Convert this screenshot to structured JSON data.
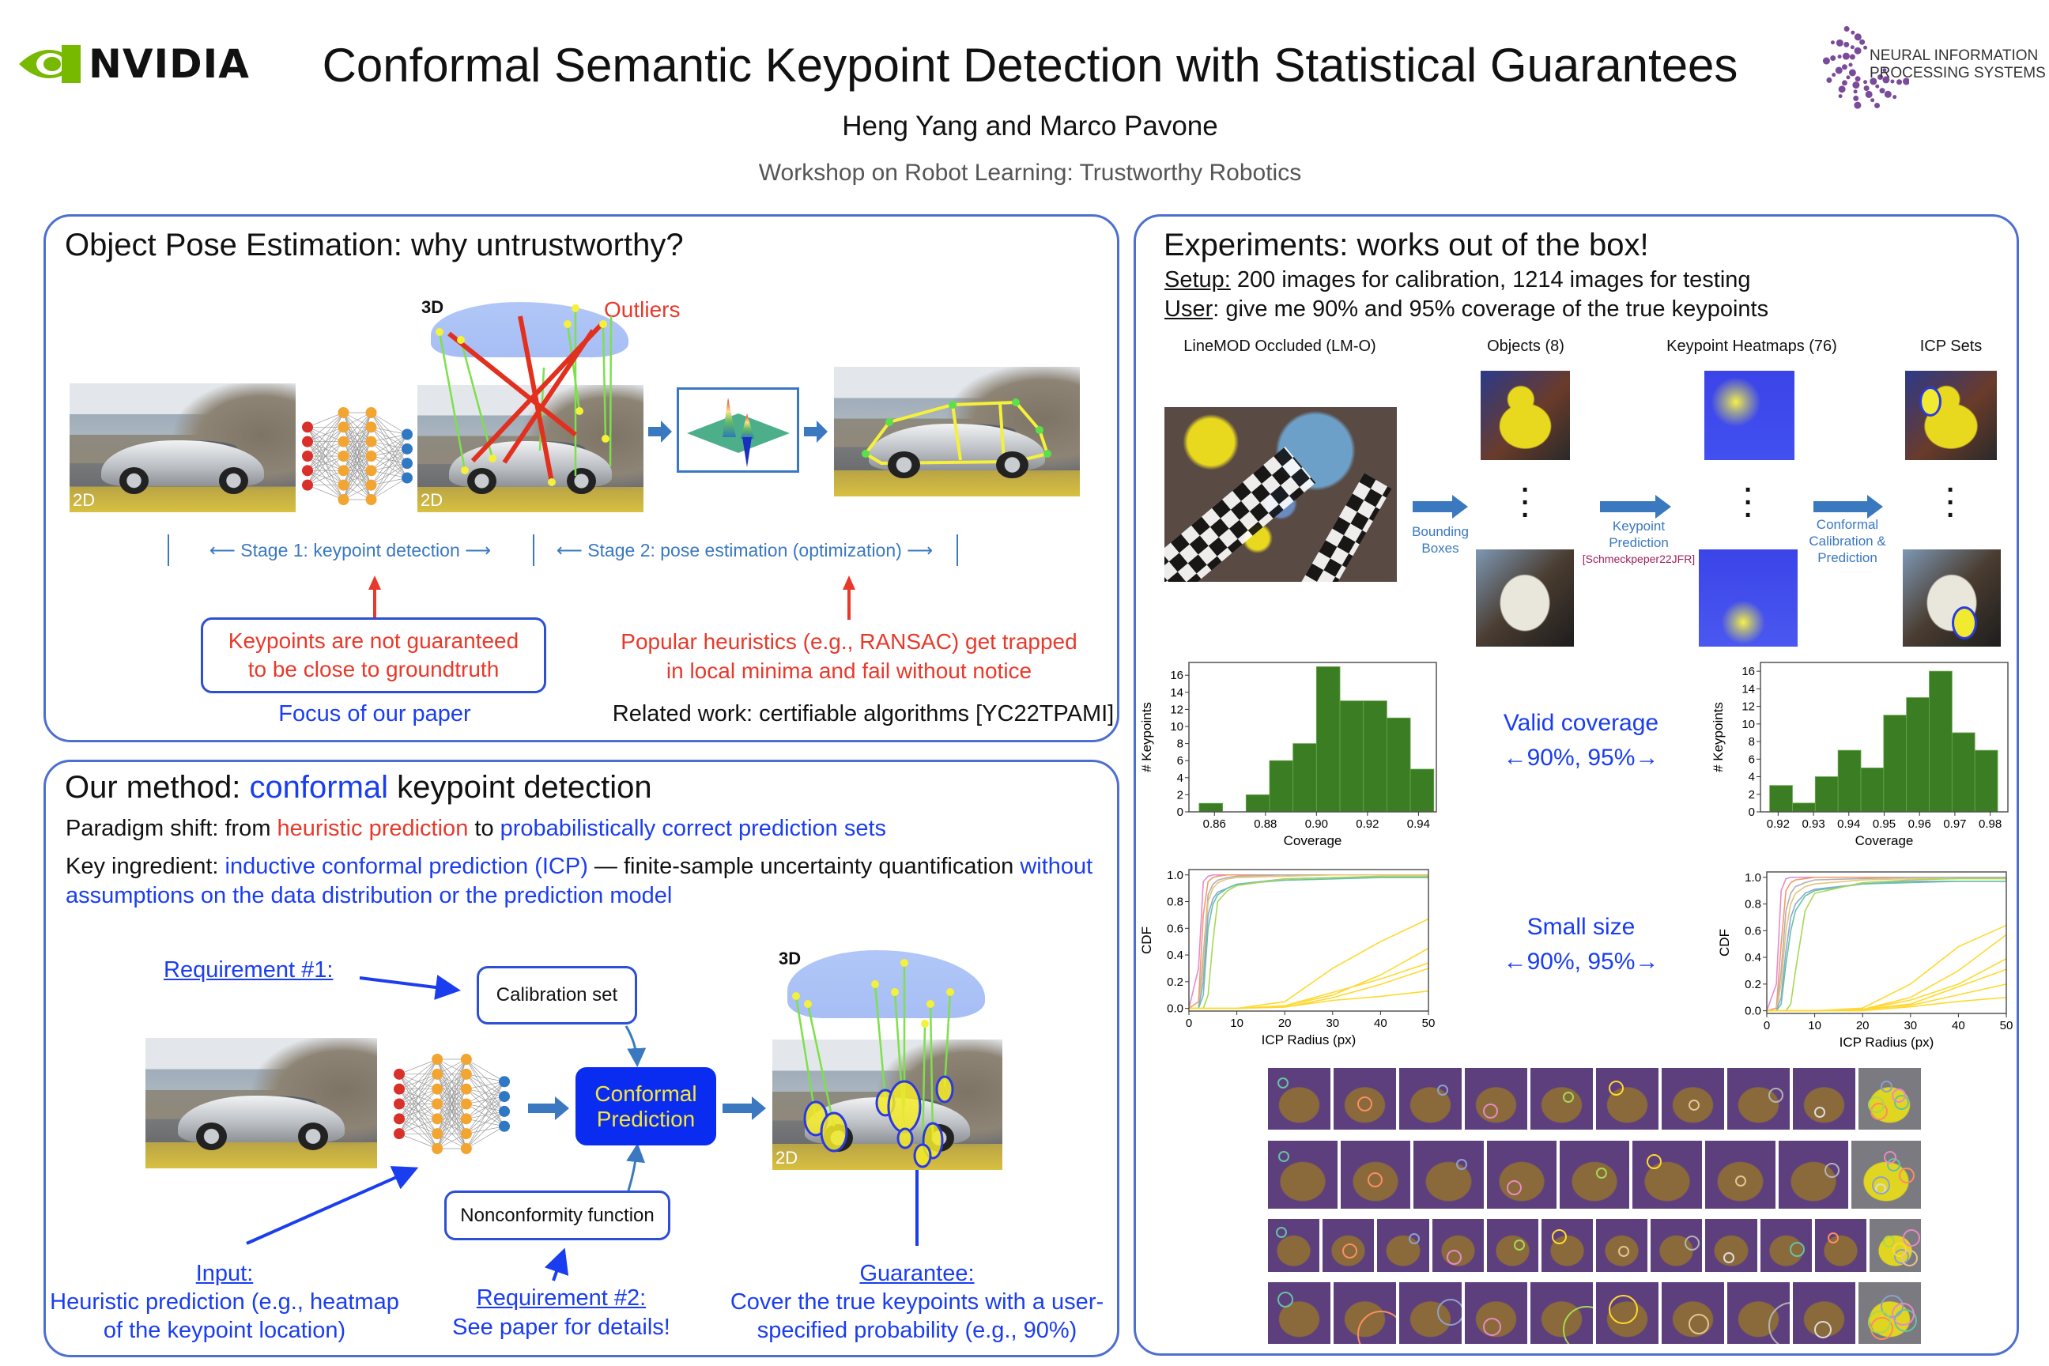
{
  "header": {
    "nvidia_logo": "NVIDIA",
    "title": "Conformal Semantic Keypoint Detection with Statistical Guarantees",
    "authors": {
      "a1": "Heng Yang",
      "and": " and ",
      "a2": "Marco Pavone"
    },
    "venue": "Workshop on Robot Learning: Trustworthy Robotics",
    "neurips_logo": {
      "line1": "NEURAL INFORMATION",
      "line2": "PROCESSING SYSTEMS"
    }
  },
  "panel1": {
    "heading": "Object Pose Estimation: why untrustworthy?",
    "label_3d": "3D",
    "label_2d": "2D",
    "outliers": "Outliers",
    "stage1": "Stage 1: keypoint detection",
    "stage2": "Stage 2: pose estimation (optimization)",
    "box_line1": "Keypoints are not guaranteed",
    "box_line2": "to be close to groundtruth",
    "heur_line1": "Popular heuristics (e.g., RANSAC) get trapped",
    "heur_line2": "in local minima and fail without notice",
    "focus": "Focus of our paper",
    "related": "Related work: certifiable algorithms [YC22TPAMI]"
  },
  "panel2": {
    "heading_a": "Our method: ",
    "heading_b": "conformal",
    "heading_c": " keypoint detection",
    "p1": {
      "a": "Paradigm shift: from ",
      "b": "heuristic prediction",
      "c": " to ",
      "d": "probabilistically correct prediction sets"
    },
    "p2": {
      "a": "Key ingredient: ",
      "b": "inductive conformal prediction (ICP)",
      "c": " — finite-sample uncertainty quantification ",
      "d": "without assumptions on the data distribution or the prediction model"
    },
    "req1": "Requirement #1:",
    "calibration": "Calibration set",
    "conformal_l1": "Conformal",
    "conformal_l2": "Prediction",
    "nonconformity": "Nonconformity function",
    "label_3d": "3D",
    "label_2d": "2D",
    "input_title": "Input:",
    "input_l1": "Heuristic prediction (e.g., heatmap",
    "input_l2": "of the keypoint location)",
    "req2": "Requirement #2:",
    "req2_l1": "See paper for details!",
    "guar_title": "Guarantee:",
    "guar_l1": "Cover the true keypoints with a user-",
    "guar_l2": "specified probability (e.g., 90%)"
  },
  "panel3": {
    "heading": "Experiments: works out of the box!",
    "setup_label": "Setup:",
    "setup_text": " 200 images for calibration, 1214 images for testing",
    "user_label": "User",
    "user_text": ": give me 90% and 95% coverage of the true keypoints",
    "col1": "LineMOD Occluded (LM-O)",
    "col2": "Objects (8)",
    "col3": "Keypoint Heatmaps (76)",
    "col4": "ICP Sets",
    "arrow1_l1": "Bounding",
    "arrow1_l2": "Boxes",
    "arrow2_l1": "Keypoint",
    "arrow2_l2": "Prediction",
    "arrow2_ref": "[Schmeckpeper22JFR]",
    "arrow3_l1": "Conformal",
    "arrow3_l2": "Calibration &",
    "arrow3_l3": "Prediction",
    "valid": "Valid coverage",
    "valid_sub": "←90%, 95%→",
    "small": "Small size",
    "small_sub": "←90%, 95%→"
  },
  "colors": {
    "accent_blue": "#1a3df0",
    "warn_red": "#e8392a",
    "nvidia_green": "#76b900",
    "hist_green": "#3a7d22",
    "panel_border": "#4d6fd0",
    "neurips_purple": "#7a4b9a"
  },
  "chart_data": [
    {
      "type": "bar",
      "title": "",
      "xlabel": "Coverage",
      "ylabel": "# Keypoints",
      "bin_start": 0.854,
      "bin_width": 0.0092,
      "values": [
        1,
        0,
        2,
        6,
        8,
        17,
        13,
        13,
        11,
        5
      ],
      "xlim": [
        0.85,
        0.947
      ],
      "ylim": [
        0,
        17.5
      ],
      "xticks": [
        0.86,
        0.88,
        0.9,
        0.92,
        0.94
      ],
      "xtick_labels": [
        "0.86",
        "0.88",
        "0.90",
        "0.92",
        "0.94"
      ],
      "yticks": [
        0,
        2,
        4,
        6,
        8,
        10,
        12,
        14,
        16
      ],
      "ytick_labels": [
        "0",
        "2",
        "4",
        "6",
        "8",
        "10",
        "12",
        "14",
        "16"
      ]
    },
    {
      "type": "bar",
      "title": "",
      "xlabel": "Coverage",
      "ylabel": "# Keypoints",
      "bin_start": 0.9176,
      "bin_width": 0.00645,
      "values": [
        3,
        1,
        4,
        7,
        5,
        11,
        13,
        16,
        9,
        7
      ],
      "xlim": [
        0.915,
        0.985
      ],
      "ylim": [
        0,
        17
      ],
      "xticks": [
        0.92,
        0.93,
        0.94,
        0.95,
        0.96,
        0.97,
        0.98
      ],
      "xtick_labels": [
        "0.92",
        "0.93",
        "0.94",
        "0.95",
        "0.96",
        "0.97",
        "0.98"
      ],
      "yticks": [
        0,
        2,
        4,
        6,
        8,
        10,
        12,
        14,
        16
      ],
      "ytick_labels": [
        "0",
        "2",
        "4",
        "6",
        "8",
        "10",
        "12",
        "14",
        "16"
      ]
    },
    {
      "type": "line",
      "title": "",
      "xlabel": "ICP Radius (px)",
      "ylabel": "CDF",
      "xlim": [
        0,
        50
      ],
      "ylim": [
        -0.02,
        1.04
      ],
      "xticks": [
        0,
        10,
        20,
        30,
        40,
        50
      ],
      "xtick_labels": [
        "0",
        "10",
        "20",
        "30",
        "40",
        "50"
      ],
      "yticks": [
        0,
        0.2,
        0.4,
        0.6,
        0.8,
        1.0
      ],
      "ytick_labels": [
        "0.0",
        "0.2",
        "0.4",
        "0.6",
        "0.8",
        "1.0"
      ],
      "x": [
        0,
        2,
        3,
        4,
        5,
        6,
        8,
        10,
        20,
        30,
        40,
        50
      ],
      "series": [
        {
          "color": "#e58ad0",
          "y": [
            0,
            0.3,
            0.95,
            0.99,
            1,
            1,
            1,
            1,
            1,
            1,
            1,
            1
          ]
        },
        {
          "color": "#f59a6a",
          "y": [
            0,
            0.05,
            0.7,
            0.95,
            0.98,
            0.99,
            1,
            1,
            1,
            1,
            1,
            1
          ]
        },
        {
          "color": "#b0b0b0",
          "y": [
            0,
            0,
            0.4,
            0.85,
            0.93,
            0.96,
            0.98,
            0.99,
            1,
            1,
            1,
            1
          ]
        },
        {
          "color": "#e8c27a",
          "y": [
            0,
            0,
            0.3,
            0.8,
            0.9,
            0.94,
            0.97,
            0.98,
            0.99,
            1,
            1,
            1
          ]
        },
        {
          "color": "#8aa8d8",
          "y": [
            0,
            0,
            0.2,
            0.7,
            0.82,
            0.87,
            0.9,
            0.93,
            0.97,
            0.98,
            0.98,
            0.98
          ]
        },
        {
          "color": "#66c2a5",
          "y": [
            0,
            0,
            0.1,
            0.6,
            0.78,
            0.85,
            0.9,
            0.93,
            0.96,
            0.97,
            0.98,
            0.98
          ]
        },
        {
          "color": "#a6d854",
          "y": [
            0,
            0,
            0,
            0.1,
            0.5,
            0.8,
            0.88,
            0.92,
            0.97,
            0.98,
            0.99,
            0.99
          ]
        },
        {
          "color": "#ffd92f",
          "y": [
            0,
            0,
            0,
            0,
            0,
            0,
            0,
            0,
            0.05,
            0.3,
            0.5,
            0.67
          ]
        },
        {
          "color": "#ffd92f",
          "y": [
            0,
            0,
            0,
            0,
            0,
            0,
            0,
            0,
            0.02,
            0.1,
            0.25,
            0.45
          ]
        },
        {
          "color": "#ffd92f",
          "y": [
            0,
            0,
            0,
            0,
            0,
            0,
            0,
            0,
            0.02,
            0.12,
            0.22,
            0.34
          ]
        },
        {
          "color": "#ffd92f",
          "y": [
            0,
            0,
            0,
            0,
            0,
            0,
            0,
            0,
            0.01,
            0.08,
            0.18,
            0.3
          ]
        },
        {
          "color": "#ffd92f",
          "y": [
            0,
            0,
            0,
            0,
            0,
            0,
            0,
            0,
            0.01,
            0.06,
            0.09,
            0.13
          ]
        }
      ]
    },
    {
      "type": "line",
      "title": "",
      "xlabel": "ICP Radius (px)",
      "ylabel": "CDF",
      "xlim": [
        0,
        50
      ],
      "ylim": [
        -0.02,
        1.04
      ],
      "xticks": [
        0,
        10,
        20,
        30,
        40,
        50
      ],
      "xtick_labels": [
        "0",
        "10",
        "20",
        "30",
        "40",
        "50"
      ],
      "yticks": [
        0,
        0.2,
        0.4,
        0.6,
        0.8,
        1.0
      ],
      "ytick_labels": [
        "0.0",
        "0.2",
        "0.4",
        "0.6",
        "0.8",
        "1.0"
      ],
      "x": [
        0,
        2,
        3,
        4,
        5,
        6,
        8,
        10,
        20,
        30,
        40,
        50
      ],
      "series": [
        {
          "color": "#e58ad0",
          "y": [
            0,
            0.2,
            0.9,
            0.99,
            1,
            1,
            1,
            1,
            1,
            1,
            1,
            1
          ]
        },
        {
          "color": "#f59a6a",
          "y": [
            0,
            0.02,
            0.5,
            0.9,
            0.96,
            0.98,
            0.99,
            1,
            1,
            1,
            1,
            1
          ]
        },
        {
          "color": "#b0b0b0",
          "y": [
            0,
            0,
            0.3,
            0.75,
            0.88,
            0.93,
            0.96,
            0.98,
            0.99,
            1,
            1,
            1
          ]
        },
        {
          "color": "#e8c27a",
          "y": [
            0,
            0,
            0.2,
            0.6,
            0.8,
            0.88,
            0.93,
            0.95,
            0.98,
            0.99,
            0.99,
            0.99
          ]
        },
        {
          "color": "#8aa8d8",
          "y": [
            0,
            0,
            0.1,
            0.45,
            0.7,
            0.8,
            0.88,
            0.91,
            0.95,
            0.97,
            0.97,
            0.97
          ]
        },
        {
          "color": "#66c2a5",
          "y": [
            0,
            0,
            0.05,
            0.35,
            0.6,
            0.75,
            0.86,
            0.9,
            0.95,
            0.96,
            0.97,
            0.97
          ]
        },
        {
          "color": "#a6d854",
          "y": [
            0,
            0,
            0,
            0,
            0.05,
            0.3,
            0.75,
            0.88,
            0.96,
            0.98,
            0.99,
            0.99
          ]
        },
        {
          "color": "#ffd92f",
          "y": [
            0,
            0,
            0,
            0,
            0,
            0,
            0,
            0,
            0.02,
            0.2,
            0.48,
            0.64
          ]
        },
        {
          "color": "#ffd92f",
          "y": [
            0,
            0,
            0,
            0,
            0,
            0,
            0,
            0,
            0.01,
            0.1,
            0.3,
            0.57
          ]
        },
        {
          "color": "#ffd92f",
          "y": [
            0,
            0,
            0,
            0,
            0,
            0,
            0,
            0,
            0.01,
            0.08,
            0.2,
            0.39
          ]
        },
        {
          "color": "#ffd92f",
          "y": [
            0,
            0,
            0,
            0,
            0,
            0,
            0,
            0,
            0.01,
            0.05,
            0.18,
            0.31
          ]
        },
        {
          "color": "#ffd92f",
          "y": [
            0,
            0,
            0,
            0,
            0,
            0,
            0,
            0,
            0.01,
            0.04,
            0.12,
            0.2
          ]
        },
        {
          "color": "#ffd92f",
          "y": [
            0,
            0,
            0,
            0,
            0,
            0,
            0,
            0,
            0,
            0.03,
            0.07,
            0.1
          ]
        }
      ]
    }
  ]
}
